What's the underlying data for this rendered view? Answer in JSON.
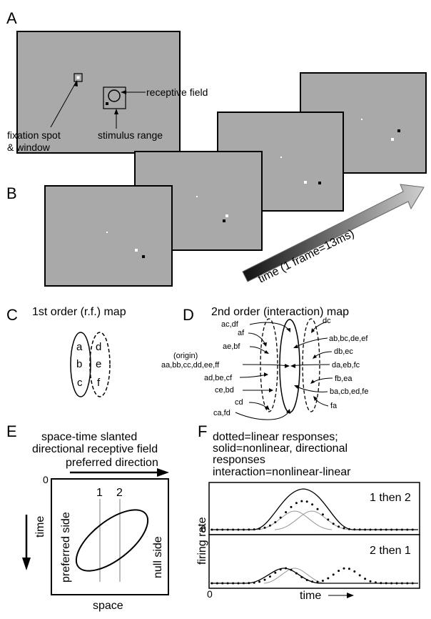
{
  "panels": {
    "a": "A",
    "b": "B",
    "c": "C",
    "d": "D",
    "e": "E",
    "f": "F"
  },
  "panel_a": {
    "receptive_field": "receptive field",
    "fixation_line1": "fixation spot",
    "fixation_line2": "& window",
    "stimulus_range": "stimulus range"
  },
  "panel_b": {
    "time_axis": "time (1 frame=13ms)"
  },
  "panel_c": {
    "title": "1st order (r.f.) map",
    "cells": [
      "a",
      "b",
      "c",
      "d",
      "e",
      "f"
    ]
  },
  "panel_d": {
    "title": "2nd order (interaction) map",
    "left_labels": [
      "ac,df",
      "af",
      "ae,bf",
      "(origin)",
      "aa,bb,cc,dd,ee,ff",
      "ad,be,cf",
      "ce,bd",
      "cd",
      "ca,fd"
    ],
    "right_labels": [
      "dc",
      "ab,bc,de,ef",
      "db,ec",
      "da,eb,fc",
      "fb,ea",
      "ba,cb,ed,fe",
      "fa"
    ]
  },
  "panel_e": {
    "title1": "space-time slanted",
    "title2": "directional receptive field",
    "preferred_direction": "preferred direction",
    "origin": "0",
    "time": "time",
    "preferred_side": "preferred side",
    "null_side": "null side",
    "space": "space",
    "line1": "1",
    "line2": "2"
  },
  "panel_f": {
    "legend": [
      "dotted=linear responses;",
      "solid=nonlinear, directional",
      "responses",
      "interaction=nonlinear-linear"
    ],
    "top_label": "1 then 2",
    "bottom_label": "2 then 1",
    "ylabel": "firing rate",
    "xlabel": "time",
    "zero": "0"
  }
}
